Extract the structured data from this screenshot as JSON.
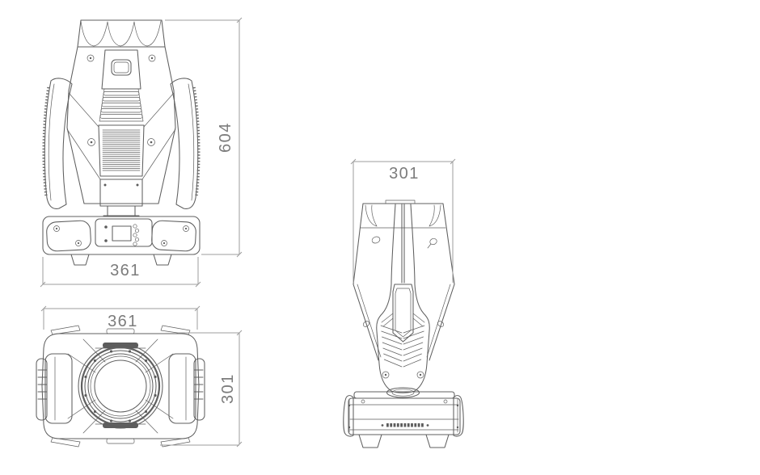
{
  "diagram": {
    "subject": "moving-head-stage-light dimensional drawing (front, top and side views)",
    "background_color": "#ffffff",
    "line_color": "#5f5f5f",
    "dimension_line_color": "#9e9e9e",
    "label_color": "#7c7c7c",
    "views": {
      "front": {
        "height_mm": "604",
        "width_mm": "361"
      },
      "top": {
        "width_mm": "361",
        "depth_mm": "301"
      },
      "side": {
        "depth_mm": "301"
      }
    }
  }
}
